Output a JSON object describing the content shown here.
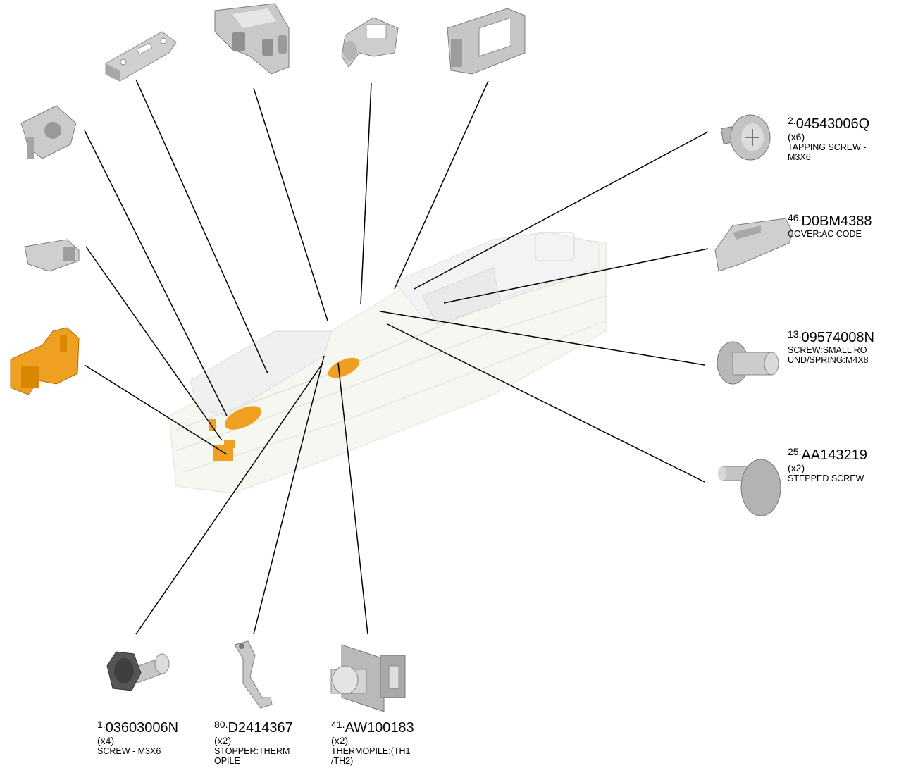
{
  "colors": {
    "part_gray": "#c9c9c9",
    "part_dark": "#8a8a8a",
    "highlight_orange": "#f0a020",
    "leader_line": "#000000"
  },
  "callouts": {
    "c2": {
      "index": "2.",
      "part": "04543006Q",
      "qty": "(x6)",
      "desc": "TAPPING SCREW -\n M3X6"
    },
    "c46": {
      "index": "46.",
      "part": "D0BM4388",
      "qty": "",
      "desc": "COVER:AC CODE"
    },
    "c13": {
      "index": "13.",
      "part": "09574008N",
      "qty": "",
      "desc": "SCREW:SMALL RO\nUND/SPRING:M4X8"
    },
    "c25": {
      "index": "25.",
      "part": "AA143219",
      "qty": "(x2)",
      "desc": "STEPPED SCREW"
    },
    "c1": {
      "index": "1.",
      "part": "03603006N",
      "qty": "(x4)",
      "desc": "SCREW - M3X6"
    },
    "c80": {
      "index": "80.",
      "part": "D2414367",
      "qty": "(x2)",
      "desc": "STOPPER:THERM\nOPILE"
    },
    "c41": {
      "index": "41.",
      "part": "AW100183",
      "qty": "(x2)",
      "desc": "THERMOPILE:(TH1\n/TH2)"
    }
  }
}
